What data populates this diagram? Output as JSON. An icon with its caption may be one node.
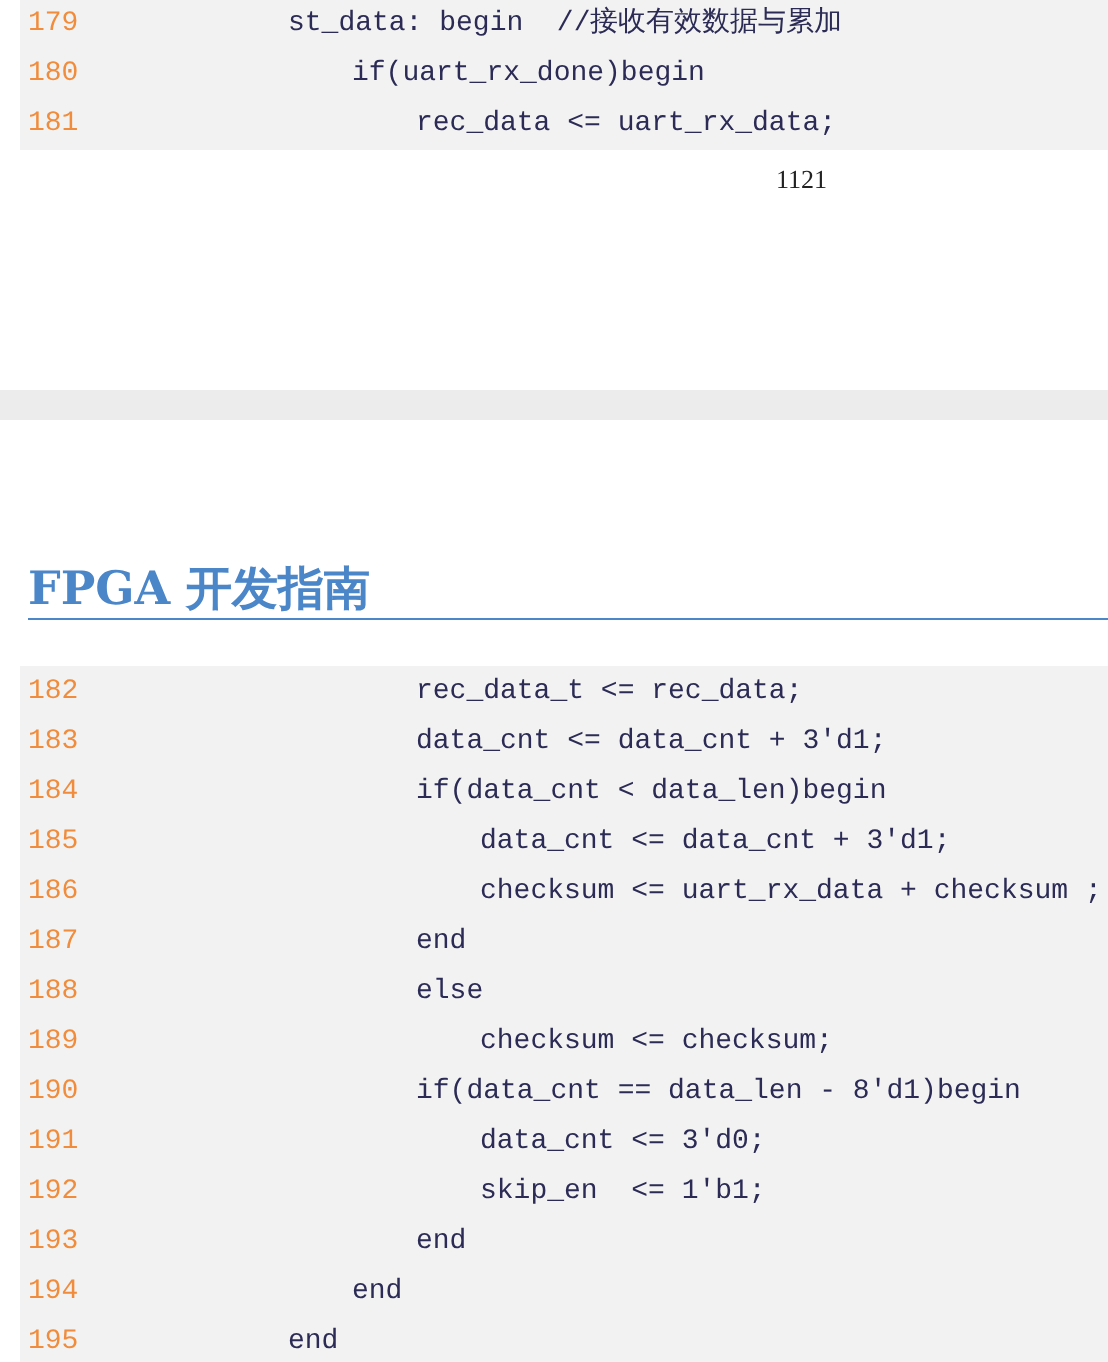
{
  "diagram": {
    "title": "FPGA 开发指南",
    "labels": [
      "179",
      "st_data: begin  //接收有效数据与累加",
      "180",
      "if(uart_rx_done)begin",
      "181",
      "rec_data <= uart_rx_data;",
      "1121",
      "182",
      "rec_data_t <= rec_data;",
      "183",
      "data_cnt <= data_cnt + 3'd1;",
      "184",
      "if(data_cnt < data_len)begin",
      "185",
      "data_cnt <= data_cnt + 3'd1;",
      "186",
      "checksum <= uart_rx_data + checksum ;",
      "187",
      "end",
      "188",
      "else",
      "189",
      "checksum <= checksum;",
      "190",
      "if(data_cnt == data_len - 8'd1)begin",
      "191",
      "data_cnt <= 3'd0;",
      "192",
      "skip_en  <= 1'b1;",
      "193",
      "end",
      "194",
      "end",
      "195",
      "end"
    ]
  }
}
